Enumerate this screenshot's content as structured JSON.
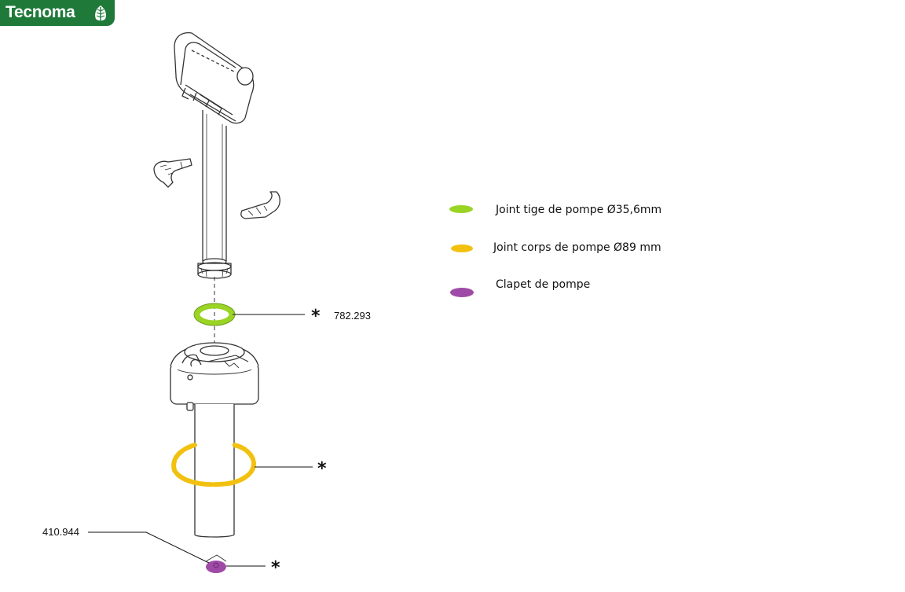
{
  "brand": {
    "name": "Tecnoma",
    "color": "#1f7a3a",
    "icon": "leaf-icon"
  },
  "legend": [
    {
      "label": "Joint tige de pompe  Ø35,6mm",
      "color": "#9ad424"
    },
    {
      "label": "Joint corps de pompe Ø89 mm",
      "color": "#f2c10f"
    },
    {
      "label": "Clapet de pompe",
      "color": "#a04aa8"
    }
  ],
  "callouts": {
    "rod_seal": {
      "ref": "782.293",
      "marker": "*"
    },
    "body_seal": {
      "ref": "",
      "marker": "*"
    },
    "valve": {
      "ref": "410.944",
      "marker": "*"
    }
  }
}
